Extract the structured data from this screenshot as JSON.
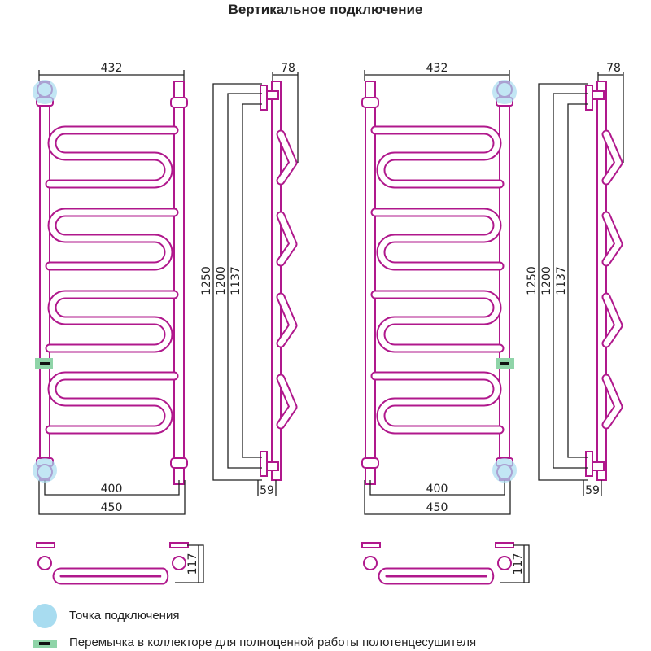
{
  "title": "Вертикальное подключение",
  "colors": {
    "tube": "#b0188c",
    "connection_point": "#a8dcf0",
    "jumper": "#8fd4a8"
  },
  "diagrams": [
    {
      "width_top": "432",
      "depth_top": "78",
      "height_1": "1250",
      "height_2": "1200",
      "height_3": "1137",
      "center_distance": "400",
      "width_bottom": "450",
      "bracket_offset": "59",
      "depth": "117"
    },
    {
      "width_top": "432",
      "depth_top": "78",
      "height_1": "1250",
      "height_2": "1200",
      "height_3": "1137",
      "center_distance": "400",
      "width_bottom": "450",
      "bracket_offset": "59",
      "depth": "117"
    }
  ],
  "legend": [
    {
      "icon": "connection-point-circle",
      "label": "Точка подключения"
    },
    {
      "icon": "jumper-dash",
      "label": "Перемычка в коллекторе для полноценной работы полотенцесушителя"
    }
  ]
}
